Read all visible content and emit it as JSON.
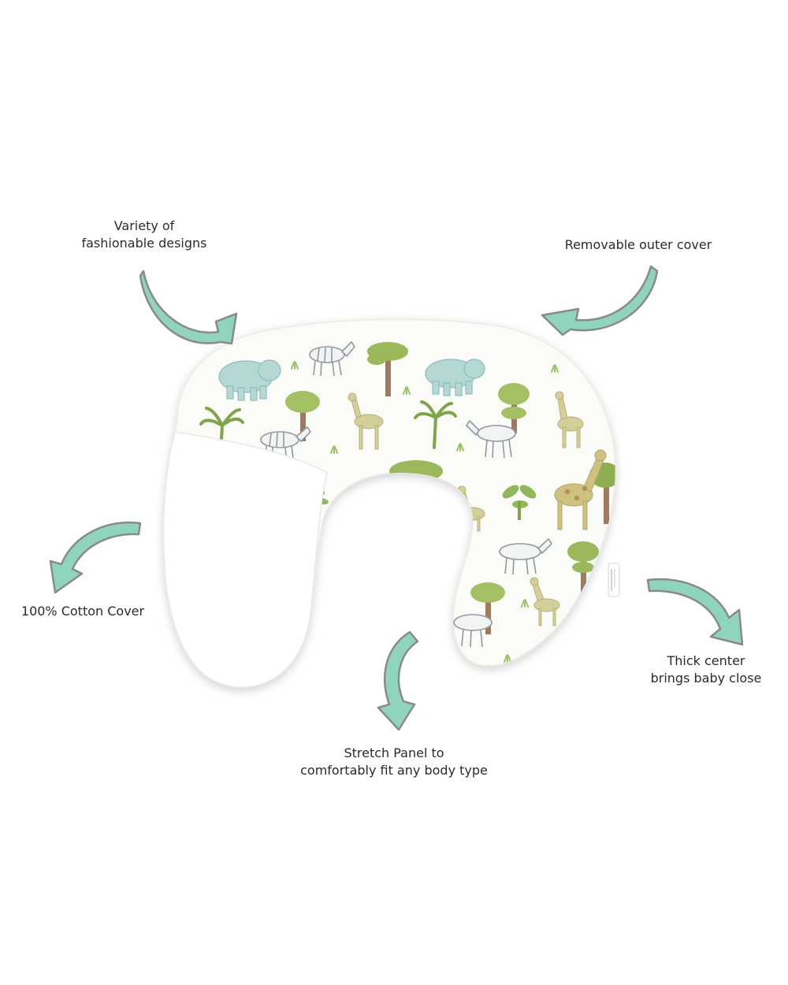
{
  "callouts": {
    "variety": {
      "line1": "Variety of",
      "line2": "fashionable designs"
    },
    "cover": {
      "line1": "Removable outer cover"
    },
    "cotton": {
      "line1": "100% Cotton Cover"
    },
    "thick": {
      "line1": "Thick center",
      "line2": "brings baby close"
    },
    "stretch": {
      "line1": "Stretch Panel to",
      "line2": "comfortably fit any body type"
    }
  },
  "colors": {
    "arrow_fill": "#8fd4bd",
    "arrow_stroke": "#8a8a8a",
    "pillow_base": "#fbfbf8",
    "panel": "#ffffff",
    "tree_canopy": "#9bb85a",
    "tree_trunk": "#a07a5e",
    "elephant": "#a9d2d0",
    "zebra": "#8e9aa3",
    "deer": "#c9c48c",
    "palm": "#7fa54a"
  },
  "icons": {
    "arrow": "curved-arrow-icon",
    "product": "nursing-pillow"
  }
}
